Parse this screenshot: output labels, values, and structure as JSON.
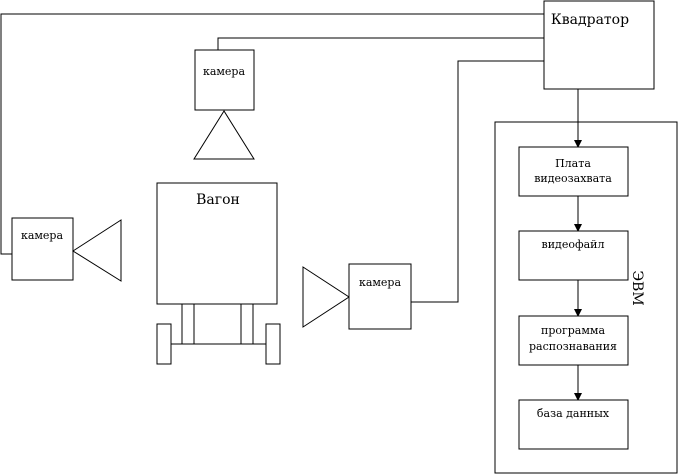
{
  "nodes": {
    "kvadrator": "Квадратор",
    "camera_top": "камера",
    "camera_left": "камера",
    "camera_right": "камера",
    "wagon": "Вагон",
    "evm": "ЭВМ",
    "capture_line1": "Плата",
    "capture_line2": "видеозахвата",
    "videofile": "видеофайл",
    "recog_line1": "программа",
    "recog_line2": "распознавания",
    "database": "база данных"
  }
}
